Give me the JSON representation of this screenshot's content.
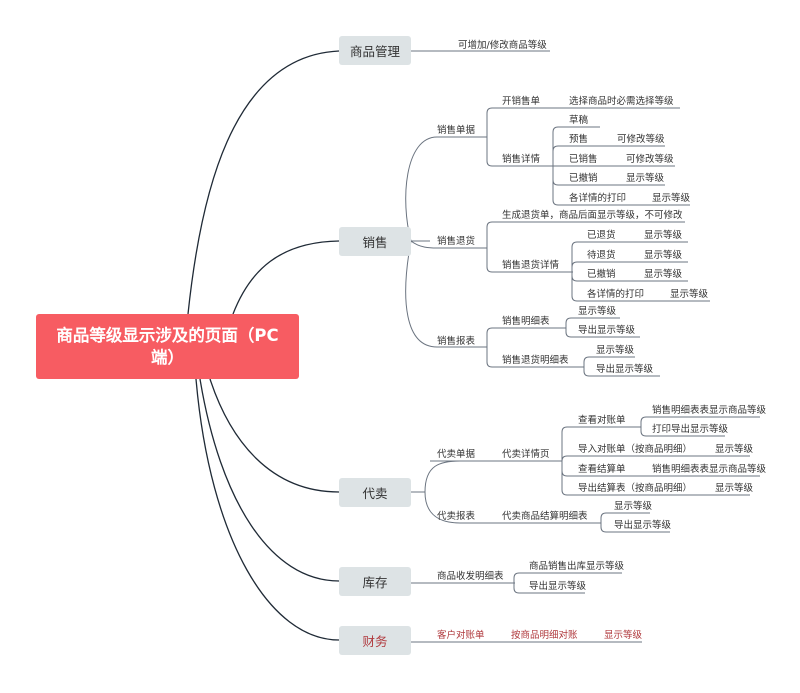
{
  "title": "商品等级显示涉及的页面（PC端）",
  "root": {
    "label_line1": "商品等级显示涉及的页面（PC",
    "label_line2": "端）",
    "color": "#f75c62"
  },
  "branches": {
    "goods": {
      "label": "商品管理",
      "children": [
        "可增加/修改商品等级"
      ]
    },
    "sales": {
      "label": "销售",
      "sales_doc": {
        "label": "销售单据",
        "open_order": {
          "label": "开销售单",
          "note": "选择商品时必需选择等级"
        },
        "detail": {
          "label": "销售详情",
          "items": [
            {
              "label": "草稿",
              "note": ""
            },
            {
              "label": "预售",
              "note": "可修改等级"
            },
            {
              "label": "已销售",
              "note": "可修改等级"
            },
            {
              "label": "已撤销",
              "note": "显示等级"
            },
            {
              "label": "各详情的打印",
              "note": "显示等级"
            }
          ]
        }
      },
      "sales_return": {
        "label": "销售退货",
        "generate": "生成退货单，商品后面显示等级，不可修改",
        "detail": {
          "label": "销售退货详情",
          "items": [
            {
              "label": "已退货",
              "note": "显示等级"
            },
            {
              "label": "待退货",
              "note": "显示等级"
            },
            {
              "label": "已撤销",
              "note": "显示等级"
            },
            {
              "label": "各详情的打印",
              "note": "显示等级"
            }
          ]
        }
      },
      "sales_report": {
        "label": "销售报表",
        "reports": [
          {
            "label": "销售明细表",
            "items": [
              "显示等级",
              "导出显示等级"
            ]
          },
          {
            "label": "销售退货明细表",
            "items": [
              "显示等级",
              "导出显示等级"
            ]
          }
        ]
      }
    },
    "consign": {
      "label": "代卖",
      "doc": {
        "label": "代卖单据",
        "detail_page": {
          "label": "代卖详情页",
          "items": [
            {
              "label": "查看对账单",
              "notes": [
                "销售明细表表显示商品等级",
                "打印导出显示等级"
              ]
            },
            {
              "label": "导入对账单（按商品明细）",
              "notes": [
                "显示等级"
              ]
            },
            {
              "label": "查看结算单",
              "notes": [
                "销售明细表表显示商品等级"
              ]
            },
            {
              "label": "导出结算表（按商品明细）",
              "notes": [
                "显示等级"
              ]
            }
          ]
        }
      },
      "report": {
        "label": "代卖报表",
        "detail": {
          "label": "代卖商品结算明细表",
          "items": [
            "显示等级",
            "导出显示等级"
          ]
        }
      }
    },
    "stock": {
      "label": "库存",
      "detail": {
        "label": "商品收发明细表",
        "items": [
          "商品销售出库显示等级",
          "导出显示等级"
        ]
      }
    },
    "finance": {
      "label": "财务",
      "chain": [
        "客户对账单",
        "按商品明细对账",
        "显示等级"
      ],
      "color": "#b03a3e"
    }
  }
}
